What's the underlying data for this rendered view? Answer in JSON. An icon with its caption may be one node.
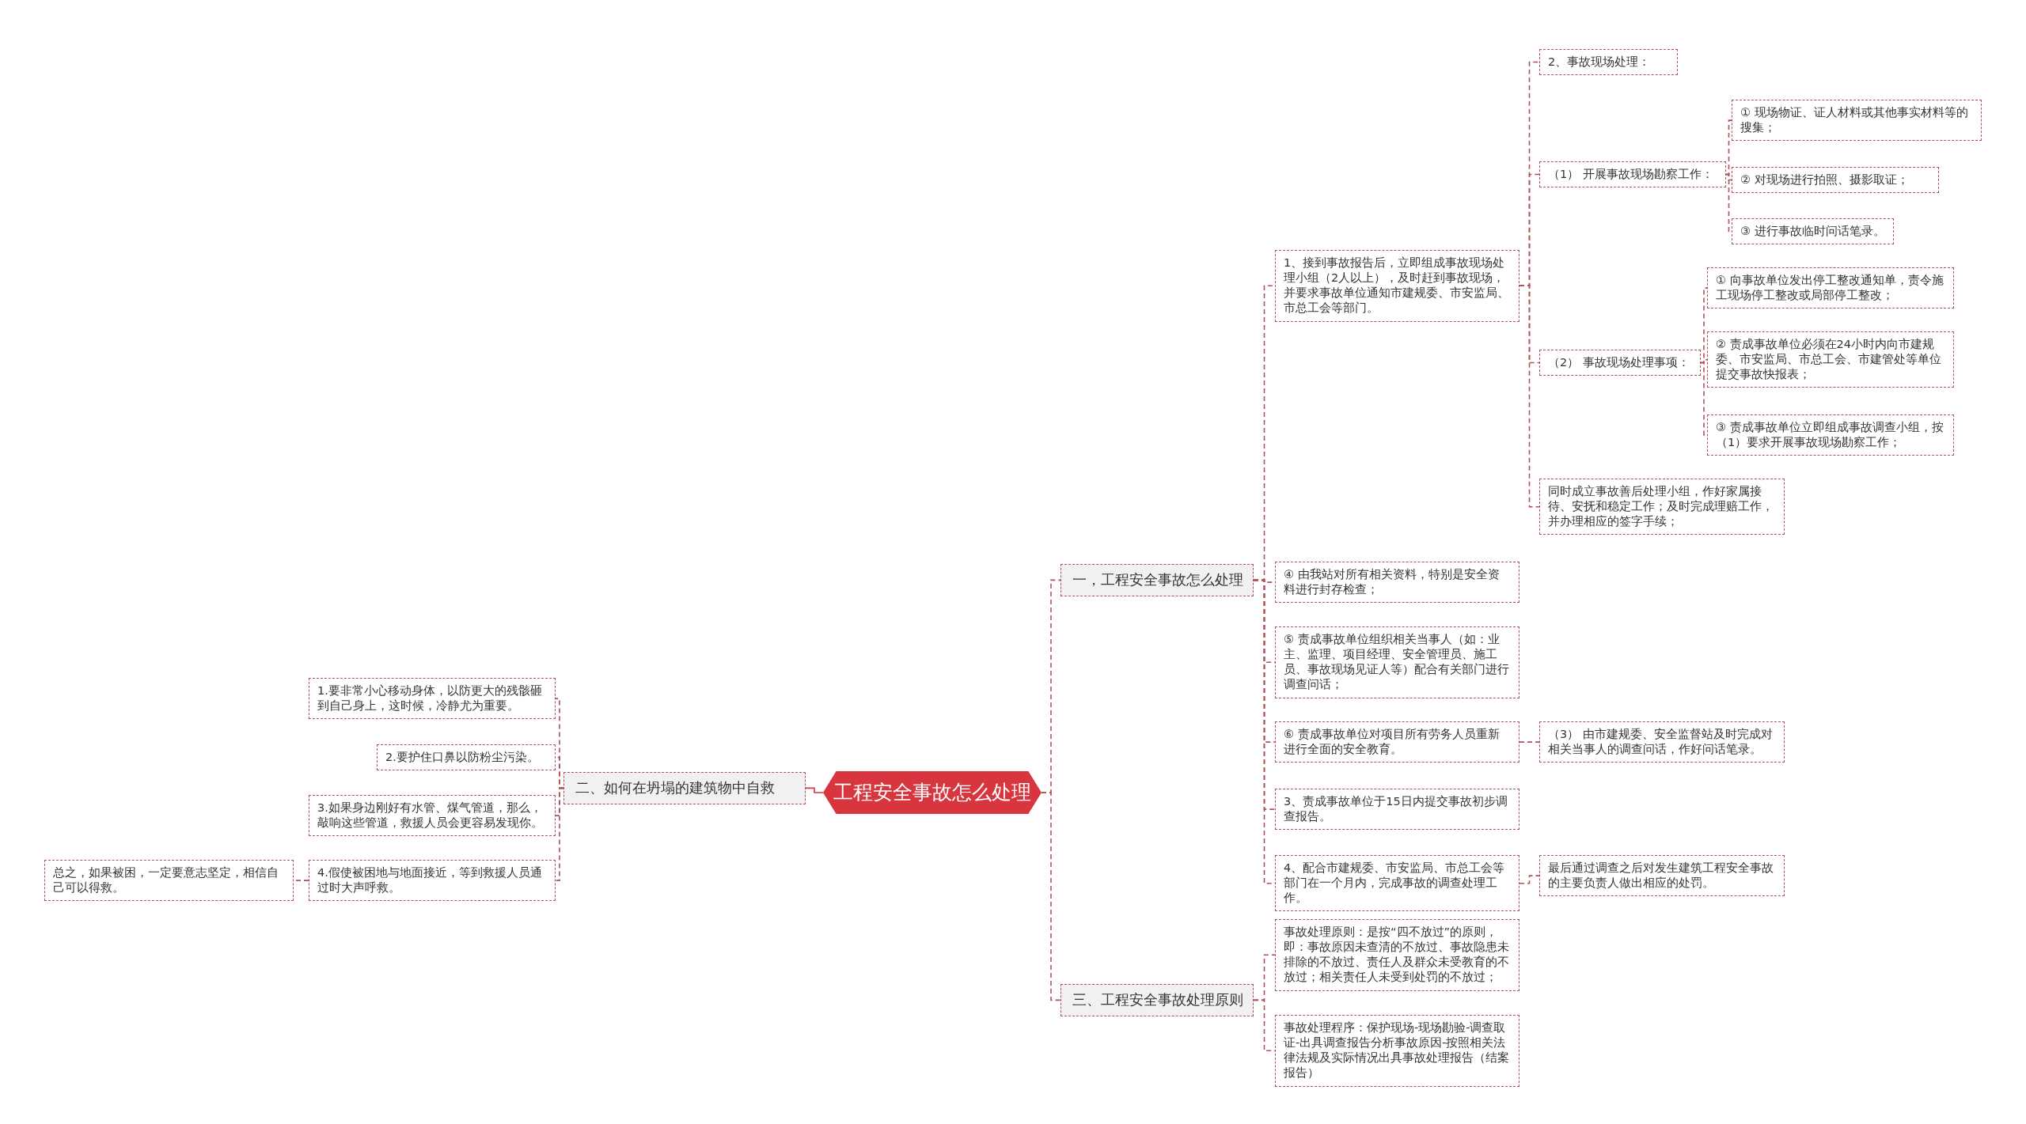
{
  "diagram": {
    "nodes": [
      {
        "text": [
          "工程安全事故怎么处理"
        ]
      },
      {
        "text": [
          "一，工程安全事故怎么处理"
        ]
      },
      {
        "text": [
          "1、接到事故报告后，立即组成事故现场处理小组（2人以上），及时赶到事故现场，并要求事故单位通知市建规委、市安监局、市总工会等部门。"
        ]
      },
      {
        "text": [
          "2、事故现场处理："
        ]
      },
      {
        "text": [
          "（1） 开展事故现场勘察工作："
        ]
      },
      {
        "text": [
          "① 现场物证、证人材料或其他事实材料等的搜集；"
        ]
      },
      {
        "text": [
          "② 对现场进行拍照、摄影取证；"
        ]
      },
      {
        "text": [
          "③ 进行事故临时问话笔录。"
        ]
      },
      {
        "text": [
          "（2） 事故现场处理事项："
        ]
      },
      {
        "text": [
          "① 向事故单位发出停工整改通知单，责令施工现场停工整改或局部停工整改；"
        ]
      },
      {
        "text": [
          "② 责成事故单位必须在24小时内向市建规委、市安监局、市总工会、市建管处等单位提交事故快报表；"
        ]
      },
      {
        "text": [
          "③ 责成事故单位立即组成事故调查小组，按（1）要求开展事故现场勘察工作；"
        ]
      },
      {
        "text": [
          "同时成立事故善后处理小组，作好家属接待、安抚和稳定工作；及时完成理赔工作，并办理相应的签字手续；"
        ]
      },
      {
        "text": [
          "④ 由我站对所有相关资料，特别是安全资料进行封存检查；"
        ]
      },
      {
        "text": [
          "⑤ 责成事故单位组织相关当事人（如：业主、监理、项目经理、安全管理员、施工员、事故现场见证人等）配合有关部门进行调查问话；"
        ]
      },
      {
        "text": [
          "⑥ 责成事故单位对项目所有劳务人员重新进行全面的安全教育。"
        ]
      },
      {
        "text": [
          "（3） 由市建规委、安全监督站及时完成对相关当事人的调查问话，作好问话笔录。"
        ]
      },
      {
        "text": [
          "3、责成事故单位于15日内提交事故初步调查报告。"
        ]
      },
      {
        "text": [
          "4、配合市建规委、市安监局、市总工会等部门在一个月内，完成事故的调查处理工作。"
        ]
      },
      {
        "text": [
          "最后通过调查之后对发生建筑工程安全事故的主要负责人做出相应的处罚。"
        ]
      },
      {
        "text": [
          "三、工程安全事故处理原则"
        ]
      },
      {
        "text": [
          "事故处理原则：是按“四不放过”的原则，即：事故原因未查清的不放过、事故隐患未排除的不放过、责任人及群众未受教育的不放过；相关责任人未受到处罚的不放过；"
        ]
      },
      {
        "text": [
          "事故处理程序：保护现场-现场勘验-调查取证-出具调查报告分析事故原因-按照相关法律法规及实际情况出具事故处理报告（结案报告）"
        ]
      },
      {
        "text": [
          "二、如何在坍塌的建筑物中自救"
        ]
      },
      {
        "text": [
          "1.要非常小心移动身体，以防更大的残骸砸到自己身上，这时候，冷静尤为重要。"
        ]
      },
      {
        "text": [
          "2.要护住口鼻以防粉尘污染。"
        ]
      },
      {
        "text": [
          "3.如果身边刚好有水管、煤气管道，那么，敲响这些管道，救援人员会更容易发现你。"
        ]
      },
      {
        "text": [
          "4.假使被困地与地面接近，等到救援人员通过时大声呼救。"
        ]
      },
      {
        "text": [
          "总之，如果被困，一定要意志坚定，相信自己可以得救。"
        ]
      }
    ],
    "edges": [
      {
        "from": 0,
        "to": 1,
        "arrow": "none",
        "style": "dashed"
      },
      {
        "from": 0,
        "to": 20,
        "arrow": "none",
        "style": "dashed"
      },
      {
        "from": 0,
        "to": 23,
        "arrow": "none"
      },
      {
        "from": 1,
        "to": 2,
        "arrow": "none",
        "style": "dashed"
      },
      {
        "from": 1,
        "to": 13,
        "arrow": "none",
        "style": "dashed"
      },
      {
        "from": 1,
        "to": 14,
        "arrow": "none",
        "style": "dashed"
      },
      {
        "from": 1,
        "to": 15,
        "arrow": "none",
        "style": "dashed"
      },
      {
        "from": 1,
        "to": 17,
        "arrow": "none",
        "style": "dashed"
      },
      {
        "from": 1,
        "to": 18,
        "arrow": "none",
        "style": "dashed"
      },
      {
        "from": 2,
        "to": 3,
        "arrow": "none",
        "style": "dashed"
      },
      {
        "from": 2,
        "to": 4,
        "arrow": "none",
        "style": "dashed"
      },
      {
        "from": 2,
        "to": 8,
        "arrow": "none",
        "style": "dashed"
      },
      {
        "from": 2,
        "to": 12,
        "arrow": "none",
        "style": "dashed"
      },
      {
        "from": 4,
        "to": 5,
        "arrow": "none",
        "style": "dashed"
      },
      {
        "from": 4,
        "to": 6,
        "arrow": "none",
        "style": "dashed"
      },
      {
        "from": 4,
        "to": 7,
        "arrow": "none",
        "style": "dashed"
      },
      {
        "from": 8,
        "to": 9,
        "arrow": "none",
        "style": "dashed"
      },
      {
        "from": 8,
        "to": 10,
        "arrow": "none",
        "style": "dashed"
      },
      {
        "from": 8,
        "to": 11,
        "arrow": "none",
        "style": "dashed"
      },
      {
        "from": 15,
        "to": 16,
        "arrow": "none",
        "style": "dashed"
      },
      {
        "from": 18,
        "to": 19,
        "arrow": "none",
        "style": "dashed"
      },
      {
        "from": 20,
        "to": 21,
        "arrow": "none",
        "style": "dashed"
      },
      {
        "from": 20,
        "to": 22,
        "arrow": "none",
        "style": "dashed"
      },
      {
        "from": 23,
        "to": 24,
        "arrow": "none",
        "style": "dashed"
      },
      {
        "from": 23,
        "to": 25,
        "arrow": "none",
        "style": "dashed"
      },
      {
        "from": 23,
        "to": 26,
        "arrow": "none",
        "style": "dashed"
      },
      {
        "from": 23,
        "to": 27,
        "arrow": "none",
        "style": "dashed"
      },
      {
        "from": 27,
        "to": 28,
        "arrow": "none",
        "style": "dashed"
      }
    ]
  }
}
